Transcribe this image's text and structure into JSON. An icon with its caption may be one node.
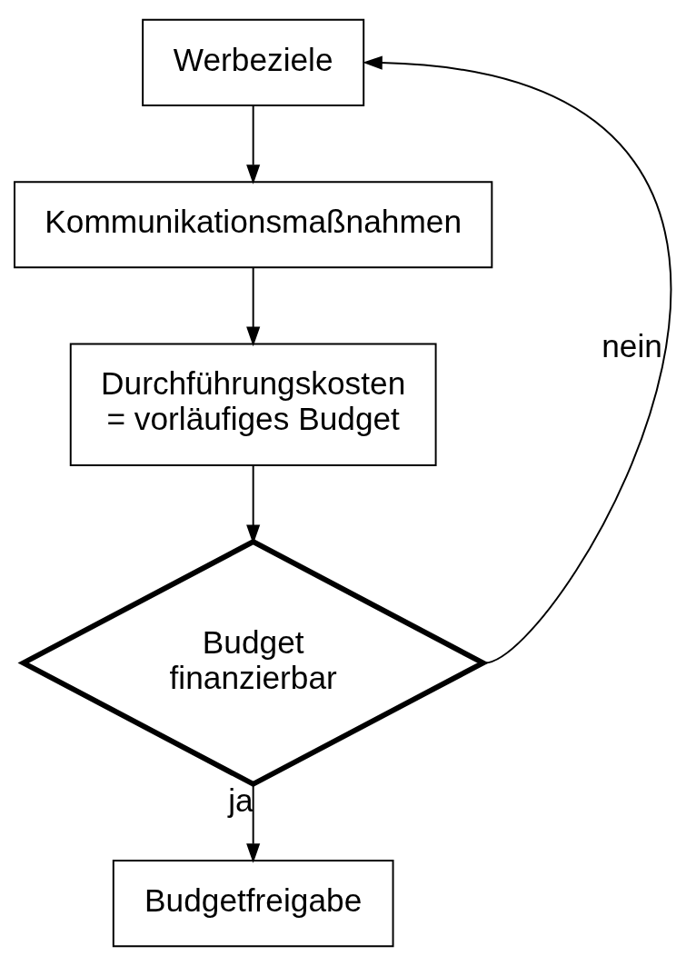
{
  "diagram": {
    "nodes": [
      {
        "text": [
          "Werbeziele"
        ]
      },
      {
        "text": [
          "Kommunikationsmaßnahmen"
        ]
      },
      {
        "text": [
          "Durchführungskosten = vorläufiges Budget"
        ]
      },
      {
        "text": [
          "Budget finanzierbar"
        ]
      },
      {
        "text": [
          "Budgetfreigabe"
        ]
      }
    ],
    "edges": [
      {
        "from": 0,
        "to": 1,
        "arrow": "to"
      },
      {
        "from": 1,
        "to": 2,
        "arrow": "to"
      },
      {
        "from": 2,
        "to": 3,
        "arrow": "to"
      },
      {
        "from": 3,
        "to": 4,
        "arrow": "to",
        "label": "ja"
      },
      {
        "from": 3,
        "to": 0,
        "arrow": "to",
        "label": "nein"
      }
    ]
  }
}
